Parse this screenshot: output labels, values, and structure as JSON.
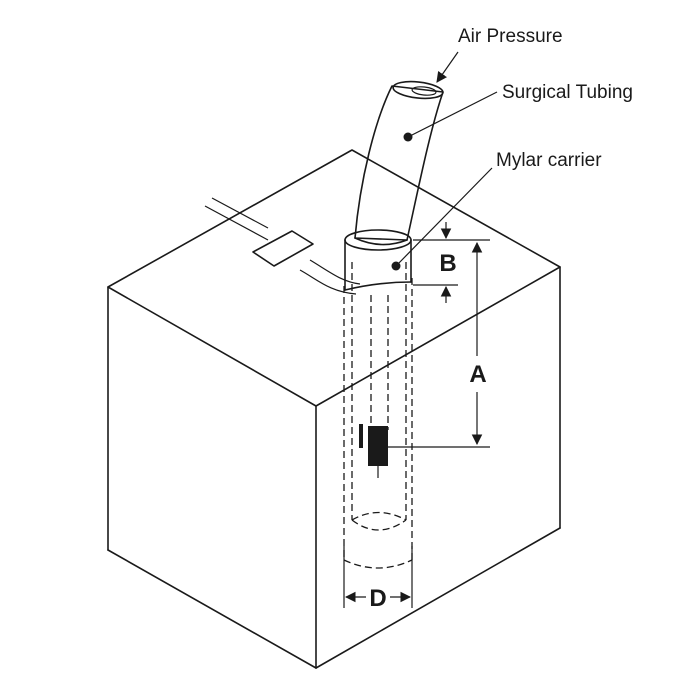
{
  "labels": {
    "air_pressure": "Air Pressure",
    "surgical_tubing": "Surgical Tubing",
    "mylar_carrier": "Mylar carrier"
  },
  "dimensions": {
    "a": "A",
    "b": "B",
    "d": "D"
  },
  "colors": {
    "ink": "#1a1a1a",
    "background": "#ffffff"
  }
}
